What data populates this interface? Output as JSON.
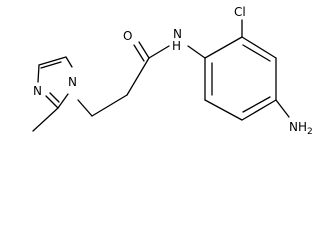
{
  "structure": {
    "atoms": {
      "n_amide": "N",
      "h_amide": "H",
      "o_carbonyl": "O",
      "cl": "Cl",
      "nh2_main": "NH",
      "nh2_sub": "2",
      "n_imidazole_1": "N",
      "n_imidazole_3": "N"
    }
  }
}
